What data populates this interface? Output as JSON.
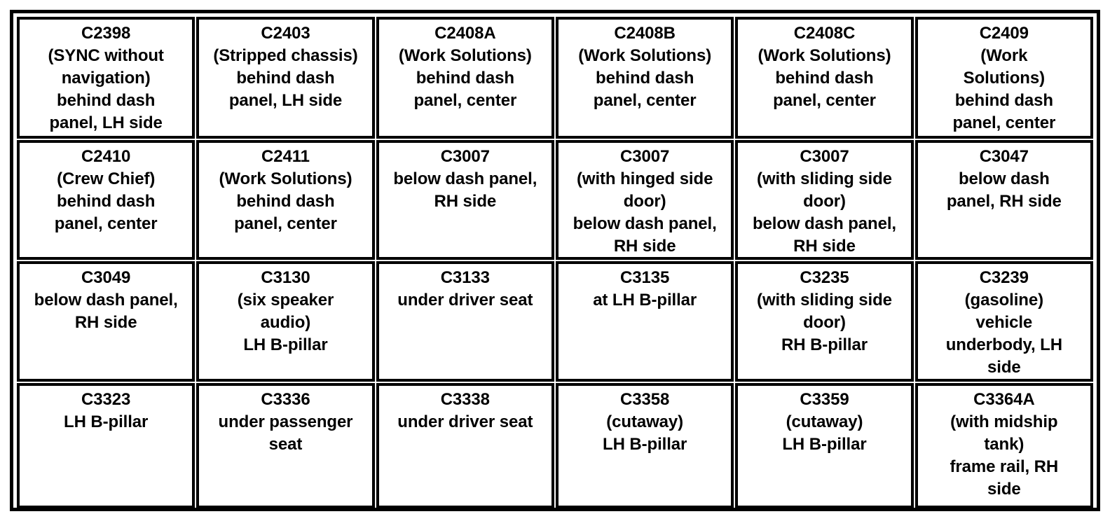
{
  "table": {
    "columns": 6,
    "rows": 4,
    "border_color": "#000000",
    "background_color": "#ffffff",
    "text_color": "#000000",
    "cells": [
      [
        {
          "id": "C2398",
          "lines": [
            "C2398",
            "(SYNC without",
            "navigation)",
            "behind dash",
            "panel, LH side"
          ]
        },
        {
          "id": "C2403",
          "lines": [
            "C2403",
            "(Stripped chassis)",
            "behind dash",
            "panel, LH side"
          ]
        },
        {
          "id": "C2408A",
          "lines": [
            "C2408A",
            "(Work Solutions)",
            "behind dash",
            "panel, center"
          ]
        },
        {
          "id": "C2408B",
          "lines": [
            "C2408B",
            "(Work Solutions)",
            "behind dash",
            "panel, center"
          ]
        },
        {
          "id": "C2408C",
          "lines": [
            "C2408C",
            "(Work Solutions)",
            "behind dash",
            "panel, center"
          ]
        },
        {
          "id": "C2409",
          "lines": [
            "C2409",
            "(Work",
            "Solutions)",
            "behind dash",
            "panel, center"
          ]
        }
      ],
      [
        {
          "id": "C2410",
          "lines": [
            "C2410",
            "(Crew Chief)",
            "behind dash",
            "panel, center"
          ]
        },
        {
          "id": "C2411",
          "lines": [
            "C2411",
            "(Work Solutions)",
            "behind dash",
            "panel, center"
          ]
        },
        {
          "id": "C3007",
          "lines": [
            "C3007",
            "below dash panel,",
            "RH side"
          ]
        },
        {
          "id": "C3007",
          "lines": [
            "C3007",
            "(with hinged side",
            "door)",
            "below dash panel,",
            "RH side"
          ]
        },
        {
          "id": "C3007",
          "lines": [
            "C3007",
            "(with sliding side",
            "door)",
            "below dash panel,",
            "RH side"
          ]
        },
        {
          "id": "C3047",
          "lines": [
            "C3047",
            "below dash",
            "panel, RH side"
          ]
        }
      ],
      [
        {
          "id": "C3049",
          "lines": [
            "C3049",
            "below dash panel,",
            "RH side"
          ]
        },
        {
          "id": "C3130",
          "lines": [
            "C3130",
            "(six speaker",
            "audio)",
            "LH B-pillar"
          ]
        },
        {
          "id": "C3133",
          "lines": [
            "C3133",
            "under driver seat"
          ]
        },
        {
          "id": "C3135",
          "lines": [
            "C3135",
            "at LH B-pillar"
          ]
        },
        {
          "id": "C3235",
          "lines": [
            "C3235",
            "(with sliding side",
            "door)",
            "RH B-pillar"
          ]
        },
        {
          "id": "C3239",
          "lines": [
            "C3239",
            "(gasoline)",
            "vehicle",
            "underbody, LH",
            "side"
          ]
        }
      ],
      [
        {
          "id": "C3323",
          "lines": [
            "C3323",
            "LH B-pillar"
          ]
        },
        {
          "id": "C3336",
          "lines": [
            "C3336",
            "under passenger",
            "seat"
          ]
        },
        {
          "id": "C3338",
          "lines": [
            "C3338",
            "under driver seat"
          ]
        },
        {
          "id": "C3358",
          "lines": [
            "C3358",
            "(cutaway)",
            "LH B-pillar"
          ]
        },
        {
          "id": "C3359",
          "lines": [
            "C3359",
            "(cutaway)",
            "LH B-pillar"
          ]
        },
        {
          "id": "C3364A",
          "lines": [
            "C3364A",
            "(with midship",
            "tank)",
            "frame rail, RH",
            "side"
          ]
        }
      ]
    ]
  }
}
